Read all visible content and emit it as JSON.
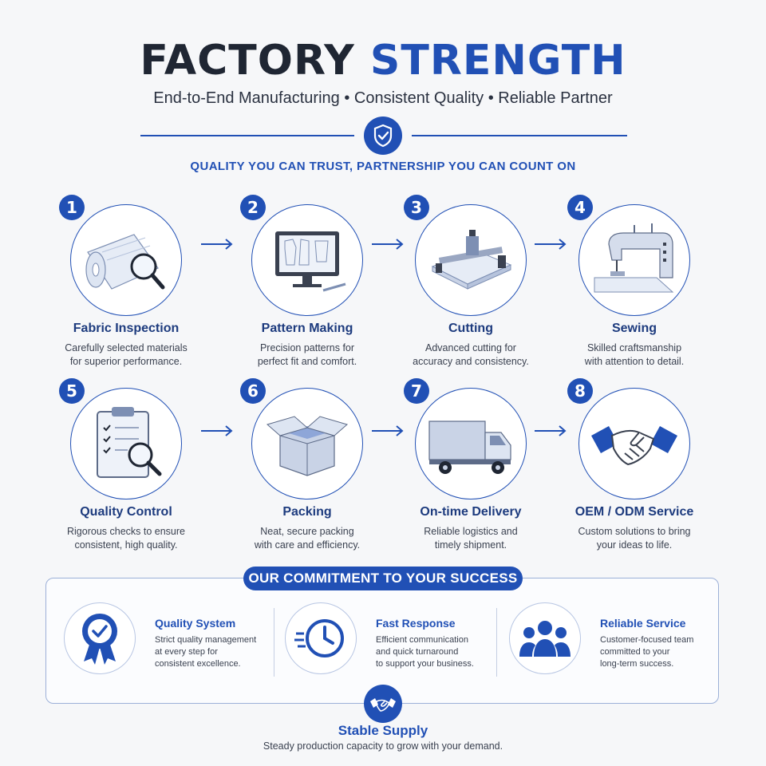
{
  "header": {
    "title_part1": "FACTORY",
    "title_part2": "STRENGTH",
    "subtitle": "End-to-End Manufacturing • Consistent Quality • Reliable Partner",
    "tagline": "QUALITY YOU CAN TRUST, PARTNERSHIP YOU CAN COUNT ON"
  },
  "colors": {
    "primary": "#2150b5",
    "dark": "#1f2633",
    "text": "#3a4150"
  },
  "steps": [
    {
      "number": "1",
      "title": "Fabric Inspection",
      "desc1": "Carefully selected materials",
      "desc2": "for superior performance.",
      "icon": "fabric-roll-magnifier-icon"
    },
    {
      "number": "2",
      "title": "Pattern Making",
      "desc1": "Precision patterns for",
      "desc2": "perfect fit and comfort.",
      "icon": "pattern-monitor-icon"
    },
    {
      "number": "3",
      "title": "Cutting",
      "desc1": "Advanced cutting for",
      "desc2": "accuracy and consistency.",
      "icon": "cutting-machine-icon"
    },
    {
      "number": "4",
      "title": "Sewing",
      "desc1": "Skilled craftsmanship",
      "desc2": "with attention to detail.",
      "icon": "sewing-machine-icon"
    },
    {
      "number": "5",
      "title": "Quality Control",
      "desc1": "Rigorous checks to ensure",
      "desc2": "consistent, high quality.",
      "icon": "clipboard-checklist-icon"
    },
    {
      "number": "6",
      "title": "Packing",
      "desc1": "Neat, secure packing",
      "desc2": "with care and efficiency.",
      "icon": "open-box-icon"
    },
    {
      "number": "7",
      "title": "On-time Delivery",
      "desc1": "Reliable logistics and",
      "desc2": "timely shipment.",
      "icon": "delivery-truck-icon"
    },
    {
      "number": "8",
      "title": "OEM / ODM Service",
      "desc1": "Custom solutions to bring",
      "desc2": "your ideas to life.",
      "icon": "handshake-icon"
    }
  ],
  "commitment": {
    "title": "OUR COMMITMENT TO YOUR SUCCESS",
    "features": [
      {
        "title": "Quality System",
        "lines": [
          "Strict quality management",
          "at every step for",
          "consistent excellence."
        ],
        "icon": "award-ribbon-icon"
      },
      {
        "title": "Fast Response",
        "lines": [
          "Efficient communication",
          "and quick turnaround",
          "to support your business."
        ],
        "icon": "clock-speed-icon"
      },
      {
        "title": "Reliable Service",
        "lines": [
          "Customer-focused team",
          "committed to your",
          "long-term success."
        ],
        "icon": "team-people-icon"
      }
    ]
  },
  "supply": {
    "title": "Stable Supply",
    "desc": "Steady production capacity to grow with your demand.",
    "icon": "handshake-badge-icon"
  }
}
